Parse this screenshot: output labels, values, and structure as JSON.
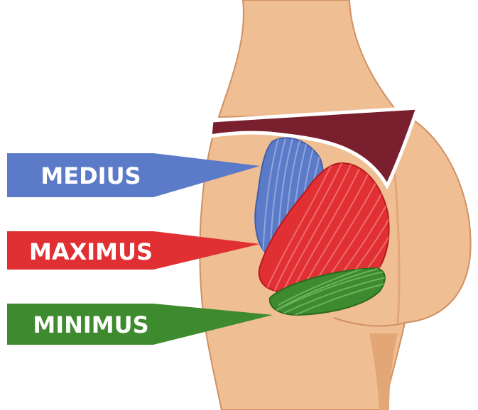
{
  "labels": {
    "medius": "MEDIUS",
    "maximus": "MAXIMUS",
    "minimus": "MINIMUS"
  },
  "colors": {
    "skin": "#EFBE93",
    "skin_shadow": "#E2A677",
    "outline": "#D09063",
    "underwear": "#7A1F2E",
    "medius": "#5B7BC8",
    "maximus": "#E03034",
    "minimus": "#3E8A2E",
    "background": "#FFFFFF"
  }
}
